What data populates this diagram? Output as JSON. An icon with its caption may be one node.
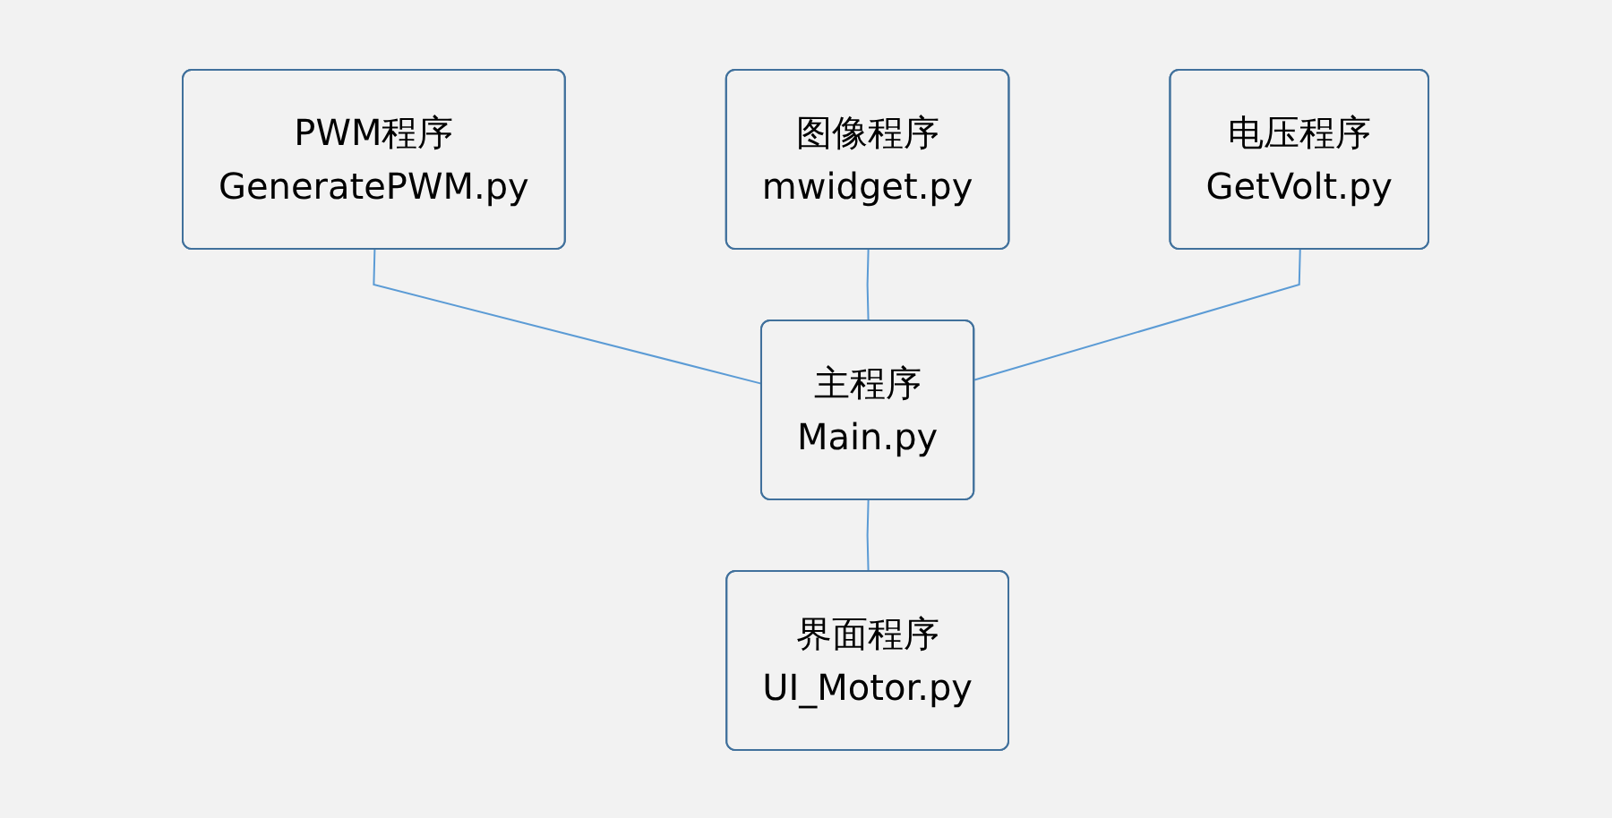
{
  "diagram": {
    "nodes": [
      {
        "text": [
          "PWM程序",
          "GeneratePWM.py"
        ]
      },
      {
        "text": [
          "图像程序",
          "mwidget.py"
        ]
      },
      {
        "text": [
          "电压程序",
          "GetVolt.py"
        ]
      },
      {
        "text": [
          "主程序",
          "Main.py"
        ]
      },
      {
        "text": [
          "界面程序",
          "UI_Motor.py"
        ]
      }
    ],
    "edges": [
      {
        "from": 0,
        "to": 3,
        "arrow": "none"
      },
      {
        "from": 1,
        "to": 3,
        "arrow": "none"
      },
      {
        "from": 2,
        "to": 3,
        "arrow": "none"
      },
      {
        "from": 3,
        "to": 4,
        "arrow": "none"
      }
    ]
  }
}
